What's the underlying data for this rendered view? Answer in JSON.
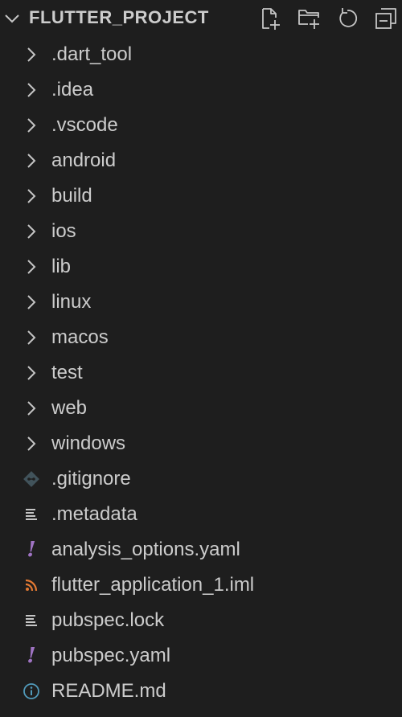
{
  "explorer": {
    "title": "FLUTTER_PROJECT",
    "actions": [
      "new-file-icon",
      "new-folder-icon",
      "refresh-icon",
      "collapse-all-icon"
    ]
  },
  "colors": {
    "background": "#1e1e1e",
    "text": "#cccccc",
    "icon": "#c5c5c5",
    "git_icon": "#41535b",
    "yaml_icon": "#a074c4",
    "rss_icon": "#e37933",
    "info_icon": "#519aba"
  },
  "tree": {
    "folders": [
      {
        "label": ".dart_tool"
      },
      {
        "label": ".idea"
      },
      {
        "label": ".vscode"
      },
      {
        "label": "android"
      },
      {
        "label": "build"
      },
      {
        "label": "ios"
      },
      {
        "label": "lib"
      },
      {
        "label": "linux"
      },
      {
        "label": "macos"
      },
      {
        "label": "test"
      },
      {
        "label": "web"
      },
      {
        "label": "windows"
      }
    ],
    "files": [
      {
        "label": ".gitignore",
        "icon": "git-icon"
      },
      {
        "label": ".metadata",
        "icon": "lines-icon"
      },
      {
        "label": "analysis_options.yaml",
        "icon": "exclamation-icon"
      },
      {
        "label": "flutter_application_1.iml",
        "icon": "rss-icon"
      },
      {
        "label": "pubspec.lock",
        "icon": "lines-icon"
      },
      {
        "label": "pubspec.yaml",
        "icon": "exclamation-icon"
      },
      {
        "label": "README.md",
        "icon": "info-icon"
      }
    ]
  }
}
